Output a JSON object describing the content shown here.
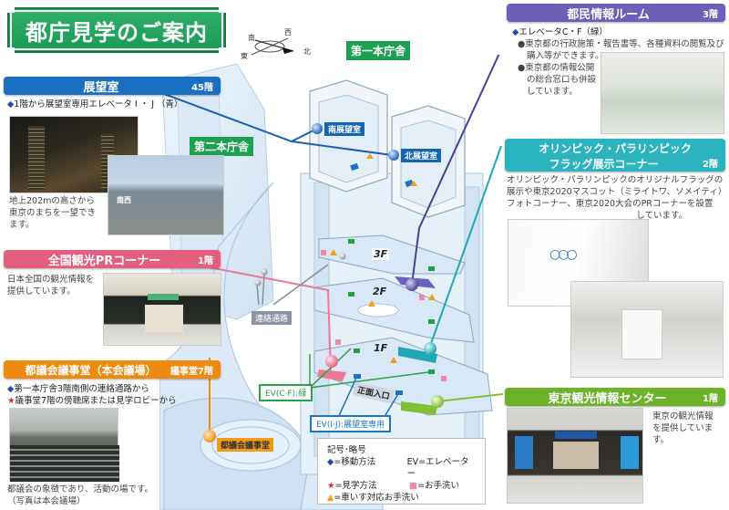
{
  "title": "都庁見学のご案内",
  "compass": {
    "south": "南",
    "west": "西",
    "east": "東",
    "north": "北"
  },
  "buildings": {
    "first": "第一本庁舎",
    "second": "第二本庁舎"
  },
  "sections": {
    "observatory": {
      "title": "展望室",
      "floor": "45階",
      "color": "#1a6fc0",
      "access": "1階から展望室専用エレベータ I ・ J （青）",
      "photo_label": "南西",
      "description_lines": [
        "地上202mの高さから",
        "東京のまちを一望でき",
        "ます。"
      ]
    },
    "pr_corner": {
      "title": "全国観光PRコーナー",
      "floor": "1階",
      "color": "#e45f7f",
      "description_lines": [
        "日本全国の観光情報を",
        "提供しています。"
      ]
    },
    "assembly": {
      "title": "都議会議事堂（本会議場）",
      "floor": "議事堂7階",
      "color": "#ef8a10",
      "access_move": "第一本庁舎3階南側の連絡通路から",
      "access_tour": "議事堂7階の傍聴席または見学ロビーから",
      "description_lines": [
        "都議会の象徴であり、活動の場です。",
        "（写真は本会議場）"
      ]
    },
    "info_room": {
      "title": "都民情報ルーム",
      "floor": "3階",
      "color": "#6c5fb8",
      "access": "エレベータC・F（緑）",
      "bullets": [
        "東京都の行政施策・報告書等、各種資料の閲覧及び購入等ができます。",
        "東京都の情報公開の総合窓口も併設しています。"
      ],
      "bullet1_lines": [
        "東京都の行政施策・報告書等、各種資料の閲覧及び",
        "購入等ができます。"
      ],
      "bullet2_lines": [
        "東京都の情報公開",
        "の総合窓口も併設",
        "しています。"
      ]
    },
    "olympic": {
      "title_line1": "オリンピック・パラリンピック",
      "title_line2": "フラッグ展示コーナー",
      "floor": "2階",
      "color": "#2bb3c0",
      "description_lines": [
        "オリンピック・パラリンピックのオリジナルフラッグの",
        "展示や東京2020マスコット（ミライトワ、ソメイティ）",
        "フォトコーナー、東京2020大会のPRコーナーを設置",
        "しています。"
      ]
    },
    "tourist_center": {
      "title": "東京観光情報センター",
      "floor": "1階",
      "color": "#6db32a",
      "description_lines": [
        "東京の観光情報",
        "を提供しています。"
      ]
    }
  },
  "map_labels": {
    "south_observatory": "南展望室",
    "north_observatory": "北展望室",
    "floor_3f": "3F",
    "floor_2f": "2F",
    "floor_1f": "1F",
    "passage": "連絡通路",
    "main_entrance": "正面入口",
    "ev_cf": "EV(C·F):緑",
    "ev_ij": "EV(I·J):展望室専用",
    "assembly_hall": "都議会議事堂"
  },
  "legend": {
    "title": "記号･略号",
    "move": "=移動方法",
    "ev": "EV=エレベーター",
    "tour": "=見学方法",
    "restroom": "=お手洗い",
    "wheelchair": "=車いす対応お手洗い"
  },
  "icons": {
    "diamond": "◆",
    "star": "★",
    "triangle": "▲",
    "square": "■",
    "bullet": "●"
  }
}
